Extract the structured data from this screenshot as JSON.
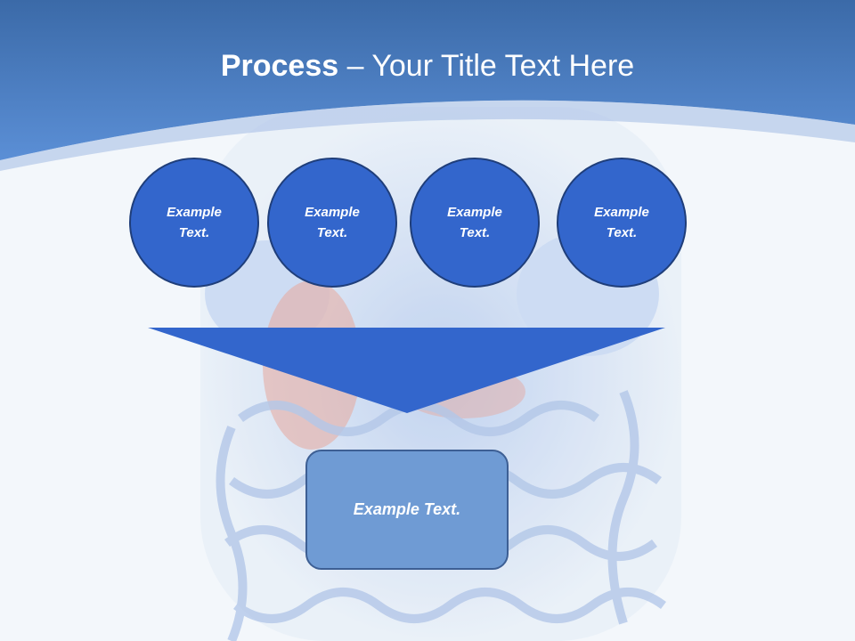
{
  "slide": {
    "title_bold": "Process",
    "title_rest": " – Your Title Text Here"
  },
  "steps": [
    {
      "label": "Example Text."
    },
    {
      "label": "Example Text."
    },
    {
      "label": "Example Text."
    },
    {
      "label": "Example Text."
    }
  ],
  "result": {
    "label": "Example Text."
  },
  "colors": {
    "header_top": "#3b6aa8",
    "header_bottom": "#5b8fd6",
    "circle_fill": "#3366cc",
    "circle_border": "#1f3e7a",
    "funnel_fill": "#3366cc",
    "box_fill": "#6f9bd4",
    "box_border": "#3d5f94"
  }
}
